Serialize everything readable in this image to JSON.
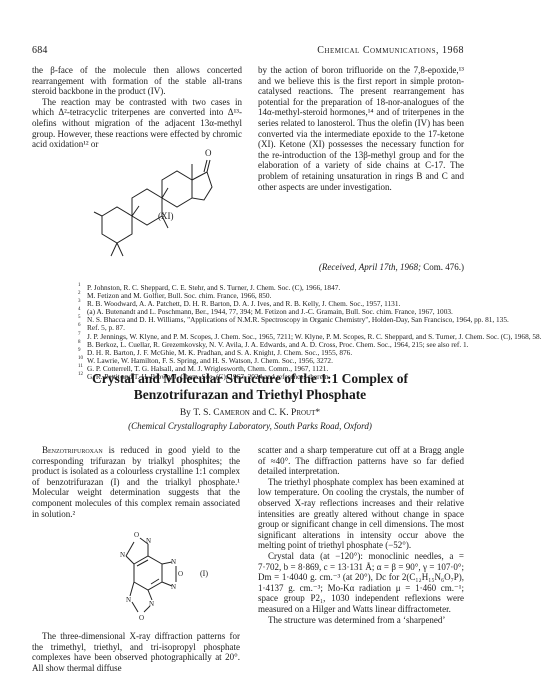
{
  "header": {
    "page_number": "684",
    "running_title": "Chemical Communications, 1968"
  },
  "top_left": {
    "para1": "the β-face of the molecule then allows concerted rearrangement with formation of the stable all-trans steroid backbone in the product (IV).",
    "para2": "The reaction may be contrasted with two cases in which Δ²-tetracyclic triterpenes are converted into Δ¹³-olefins without migration of the adjacent 13α-methyl group. However, these reactions were effected by chromic acid oxidation¹² or"
  },
  "structure_xi": {
    "ketone_label": "O",
    "compound_label": "(XI)"
  },
  "top_right": {
    "para1": "by the action of boron trifluoride on the 7,8-epoxide,¹³ and we believe this is the first report in simple proton-catalysed reactions. The present rearrangement has potential for the preparation of 18-nor-analogues of the 14α-methyl-steroid hormones,¹⁴ and of triterpenes in the series related to lanosterol. Thus the olefin (IV) has been converted via the intermediate epoxide to the 17-ketone (XI). Ketone (XI) possesses the necessary function for the re-introduction of the 13β-methyl group and for the elaboration of a variety of side chains at C-17. The problem of retaining unsaturation in rings B and C and other aspects are under investigation."
  },
  "received": {
    "text": "(Received, April 17th, 1968; ",
    "comm": "Com. 476.)"
  },
  "references": [
    {
      "n": "1",
      "text": "P. Johnston, R. C. Sheppard, C. E. Stehr, and S. Turner, J. Chem. Soc. (C), 1966, 1847."
    },
    {
      "n": "2",
      "text": "M. Fetizon and M. Golfier, Bull. Soc. chim. France, 1966, 850."
    },
    {
      "n": "3",
      "text": "R. B. Woodward, A. A. Patchett, D. H. R. Barton, D. A. J. Ives, and R. B. Kelly, J. Chem. Soc., 1957, 1131."
    },
    {
      "n": "4",
      "text": "(a) A. Butenandt and L. Poschmann, Ber., 1944, 77, 394; M. Fetizon and J.-C. Gramain, Bull. Soc. chim. France, 1967, 1003."
    },
    {
      "n": "5",
      "text": "N. S. Bhacca and D. H. Williams, \"Applications of N.M.R. Spectroscopy in Organic Chemistry\", Holden-Day, San Francisco, 1964, pp. 81, 135."
    },
    {
      "n": "6",
      "text": "Ref. 5, p. 87."
    },
    {
      "n": "7",
      "text": "J. P. Jennings, W. Klyne, and P. M. Scopes, J. Chem. Soc., 1965, 7211; W. Klyne, P. M. Scopes, R. C. Sheppard, and S. Turner, J. Chem. Soc. (C), 1968, 58."
    },
    {
      "n": "8",
      "text": "B. Berkoz, L. Cuellar, R. Grezemkovsky, N. V. Avila, J. A. Edwards, and A. D. Cross, Proc. Chem. Soc., 1964, 215; see also ref. 1."
    },
    {
      "n": "9",
      "text": "D. H. R. Barton, J. F. McGhie, M. K. Pradhan, and S. A. Knight, J. Chem. Soc., 1955, 876."
    },
    {
      "n": "10",
      "text": "W. Lawrie, W. Hamilton, F. S. Spring, and H. S. Watson, J. Chem. Soc., 1956, 3272."
    },
    {
      "n": "11",
      "text": "G. P. Cotterrell, T. G. Halsall, and M. J. Wriglesworth, Chem. Comm., 1967, 1121."
    },
    {
      "n": "12",
      "text": "G. R. Pettit and T. H. Brown, J. Chem. Soc. (C), 1967, 2024 and references therein."
    }
  ],
  "article": {
    "title_line1": "Crystal and Molecular Structure of the 1:1 Complex of",
    "title_line2": "Benzotrifurazan and Triethyl Phosphate",
    "by": "By ",
    "author1": "T. S. Cameron",
    "and": " and ",
    "author2": "C. K. Prout*",
    "affiliation": "(Chemical Crystallography Laboratory, South Parks Road, Oxford)"
  },
  "bottom_left": {
    "lead": "Benzotrifuroxan",
    "para1": " is reduced in good yield to the corresponding trifurazan by trialkyl phosphites; the product is isolated as a colourless crystalline 1:1 complex of benzotrifurazan (I) and the trialkyl phosphate.¹ Molecular weight determination suggests that the component molecules of this complex remain associated in solution.²",
    "para2": "The three-dimensional X-ray diffraction patterns for the trimethyl, triethyl, and tri-isopropyl phosphate complexes have been observed photographically at 20°. All show thermal diffuse"
  },
  "structure_i": {
    "label": "(I)",
    "atoms": [
      "O",
      "N",
      "N",
      "N",
      "N",
      "N",
      "N",
      "O",
      "O"
    ]
  },
  "bottom_right": {
    "para1": "scatter and a sharp temperature cut off at a Bragg angle of ≈40°. The diffraction patterns have so far defied detailed interpretation.",
    "para2": "The triethyl phosphate complex has been examined at low temperature. On cooling the crystals, the number of observed X-ray reflections increases and their relative intensities are greatly altered without change in space group or significant change in cell dimensions. The most significant alterations in intensity occur above the melting point of triethyl phosphate (−52°).",
    "para3": "Crystal data (at −120°): monoclinic needles, a = 7·702, b = 8·869, c = 13·131 Å; α = β = 90°, γ = 107·0°; Dm = 1·4040 g. cm.⁻³ (at 20°), Dc for 2(C₁₂H₁₅N₆O₇P), 1·4137 g. cm.⁻³; Mo-Kα radiation μ = 1·460 cm.⁻¹; space group P2₁, 1030 independent reflexions were measured on a Hilger and Watts linear diffractometer.",
    "para4": "The structure was determined from a ‘sharpened’"
  }
}
